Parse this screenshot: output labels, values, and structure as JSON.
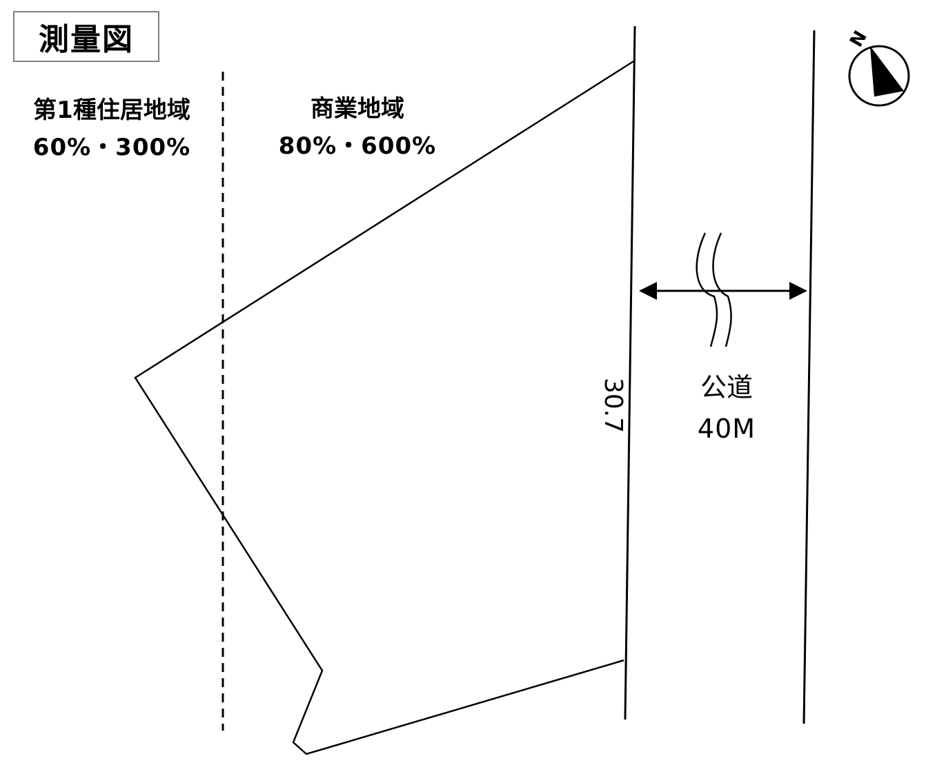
{
  "title": "測量図",
  "zones": {
    "left": {
      "name": "第1種住居地域",
      "ratio": "60%・300%"
    },
    "right": {
      "name": "商業地域",
      "ratio": "80%・600%"
    }
  },
  "road": {
    "name": "公道",
    "width": "40M"
  },
  "dimension": {
    "frontage": "30.7"
  },
  "compass": {
    "label": "N",
    "icon": "north-arrow-icon"
  },
  "colors": {
    "line": "#000000",
    "border": "#7f7f7f",
    "background": "#ffffff"
  }
}
